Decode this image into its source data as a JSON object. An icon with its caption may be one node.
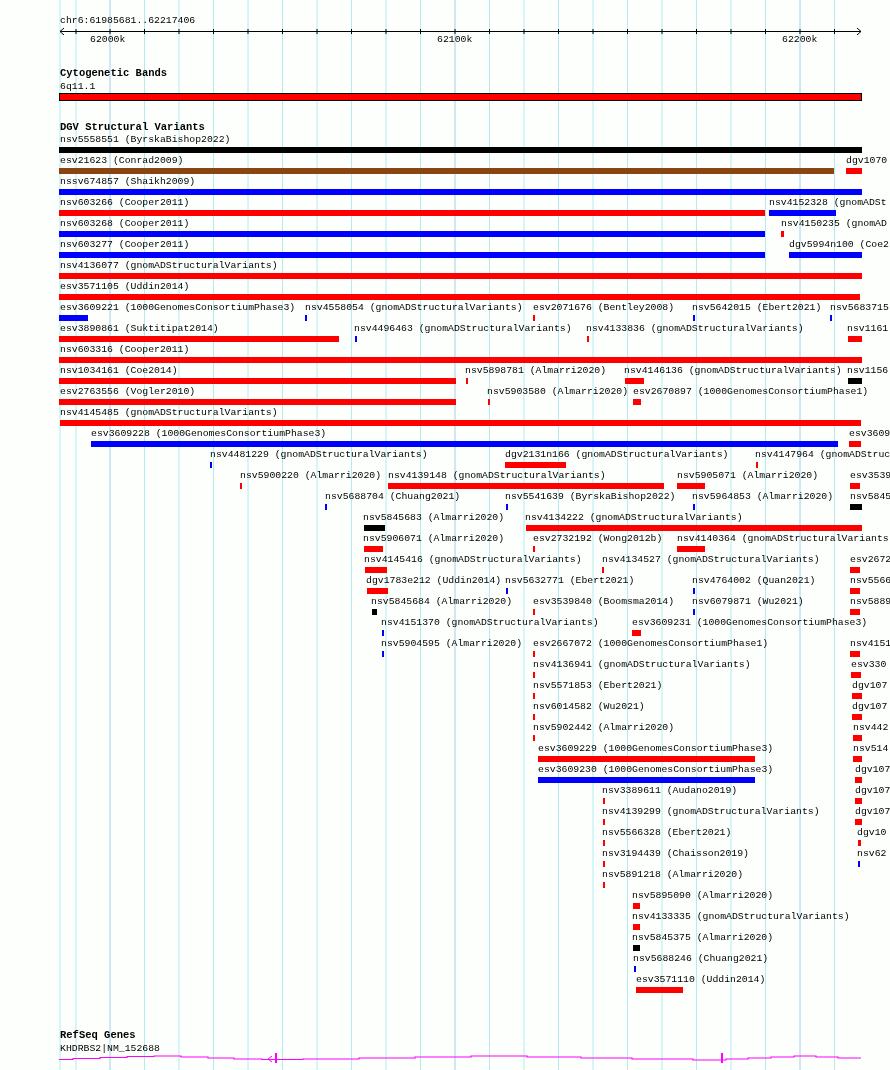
{
  "diagram": {
    "labels": [
      "chr6:61985681..62217406",
      "62000k",
      "62100k",
      "62200k",
      "Cytogenetic Bands",
      "6q11.1",
      "DGV Structural Variants",
      "nsv5558551 (ByrskaBishop2022)",
      "esv21623 (Conrad2009)",
      "dgv1070",
      "nssv674857 (Shaikh2009)",
      "nsv603266 (Cooper2011)",
      "nsv4152328 (gnomADSt",
      "nsv603268 (Cooper2011)",
      "nsv4150235 (gnomAD",
      "nsv603277 (Cooper2011)",
      "dgv5994n100 (Coe2",
      "nsv4136077 (gnomADStructuralVariants)",
      "esv3571105 (Uddin2014)",
      "esv3609221 (1000GenomesConsortiumPhase3)",
      "nsv4558054 (gnomADStructuralVariants)",
      "esv2071676 (Bentley2008)",
      "nsv5642015 (Ebert2021)",
      "nsv5683715",
      "esv3890861 (Suktitipat2014)",
      "nsv4496463 (gnomADStructuralVariants)",
      "nsv4133836 (gnomADStructuralVariants)",
      "nsv1161",
      "nsv603316 (Cooper2011)",
      "nsv1034161 (Coe2014)",
      "nsv5898781 (Almarri2020)",
      "nsv4146136 (gnomADStructuralVariants)",
      "nsv1156",
      "esv2763556 (Vogler2010)",
      "nsv5903580 (Almarri2020)",
      "esv2670897 (1000GenomesConsortiumPhase1)",
      "nsv4145485 (gnomADStructuralVariants)",
      "esv3609228 (1000GenomesConsortiumPhase3)",
      "esv3609",
      "nsv4481229 (gnomADStructuralVariants)",
      "dgv2131n166 (gnomADStructuralVariants)",
      "nsv4147964 (gnomADStruc",
      "nsv5900220 (Almarri2020)",
      "nsv4139148 (gnomADStructuralVariants)",
      "nsv5905071 (Almarri2020)",
      "esv3539",
      "nsv5688704 (Chuang2021)",
      "nsv5541639 (ByrskaBishop2022)",
      "nsv5964853 (Almarri2020)",
      "nsv5845",
      "nsv5845683 (Almarri2020)",
      "nsv4134222 (gnomADStructuralVariants)",
      "nsv5906071 (Almarri2020)",
      "esv2732192 (Wong2012b)",
      "nsv4140364 (gnomADStructuralVariants",
      "nsv4145416 (gnomADStructuralVariants)",
      "nsv4134527 (gnomADStructuralVariants)",
      "esv2672",
      "dgv1783e212 (Uddin2014)",
      "nsv5632771 (Ebert2021)",
      "nsv4764002 (Quan2021)",
      "nsv5566",
      "nsv5845684 (Almarri2020)",
      "esv3539840 (Boomsma2014)",
      "nsv6079871 (Wu2021)",
      "nsv5889",
      "nsv4151370 (gnomADStructuralVariants)",
      "esv3609231 (1000GenomesConsortiumPhase3)",
      "nsv5904595 (Almarri2020)",
      "esv2667072 (1000GenomesConsortiumPhase1)",
      "nsv4151",
      "nsv4136941 (gnomADStructuralVariants)",
      "esv330",
      "nsv5571853 (Ebert2021)",
      "dgv107",
      "nsv6014582 (Wu2021)",
      "dgv107",
      "nsv5902442 (Almarri2020)",
      "nsv442",
      "esv3609229 (1000GenomesConsortiumPhase3)",
      "nsv514",
      "esv3609230 (1000GenomesConsortiumPhase3)",
      "dgv107",
      "nsv3389611 (Audano2019)",
      "dgv107",
      "nsv4139299 (gnomADStructuralVariants)",
      "dgv107",
      "nsv5566328 (Ebert2021)",
      "dgv10",
      "nsv3194439 (Chaisson2019)",
      "nsv62",
      "nsv5891218 (Almarri2020)",
      "nsv5895090 (Almarri2020)",
      "nsv4133335 (gnomADStructuralVariants)",
      "nsv5845375 (Almarri2020)",
      "nsv5688246 (Chuang2021)",
      "esv3571110 (Uddin2014)",
      "RefSeq Genes",
      "KHDRBS2|NM_152688"
    ]
  }
}
